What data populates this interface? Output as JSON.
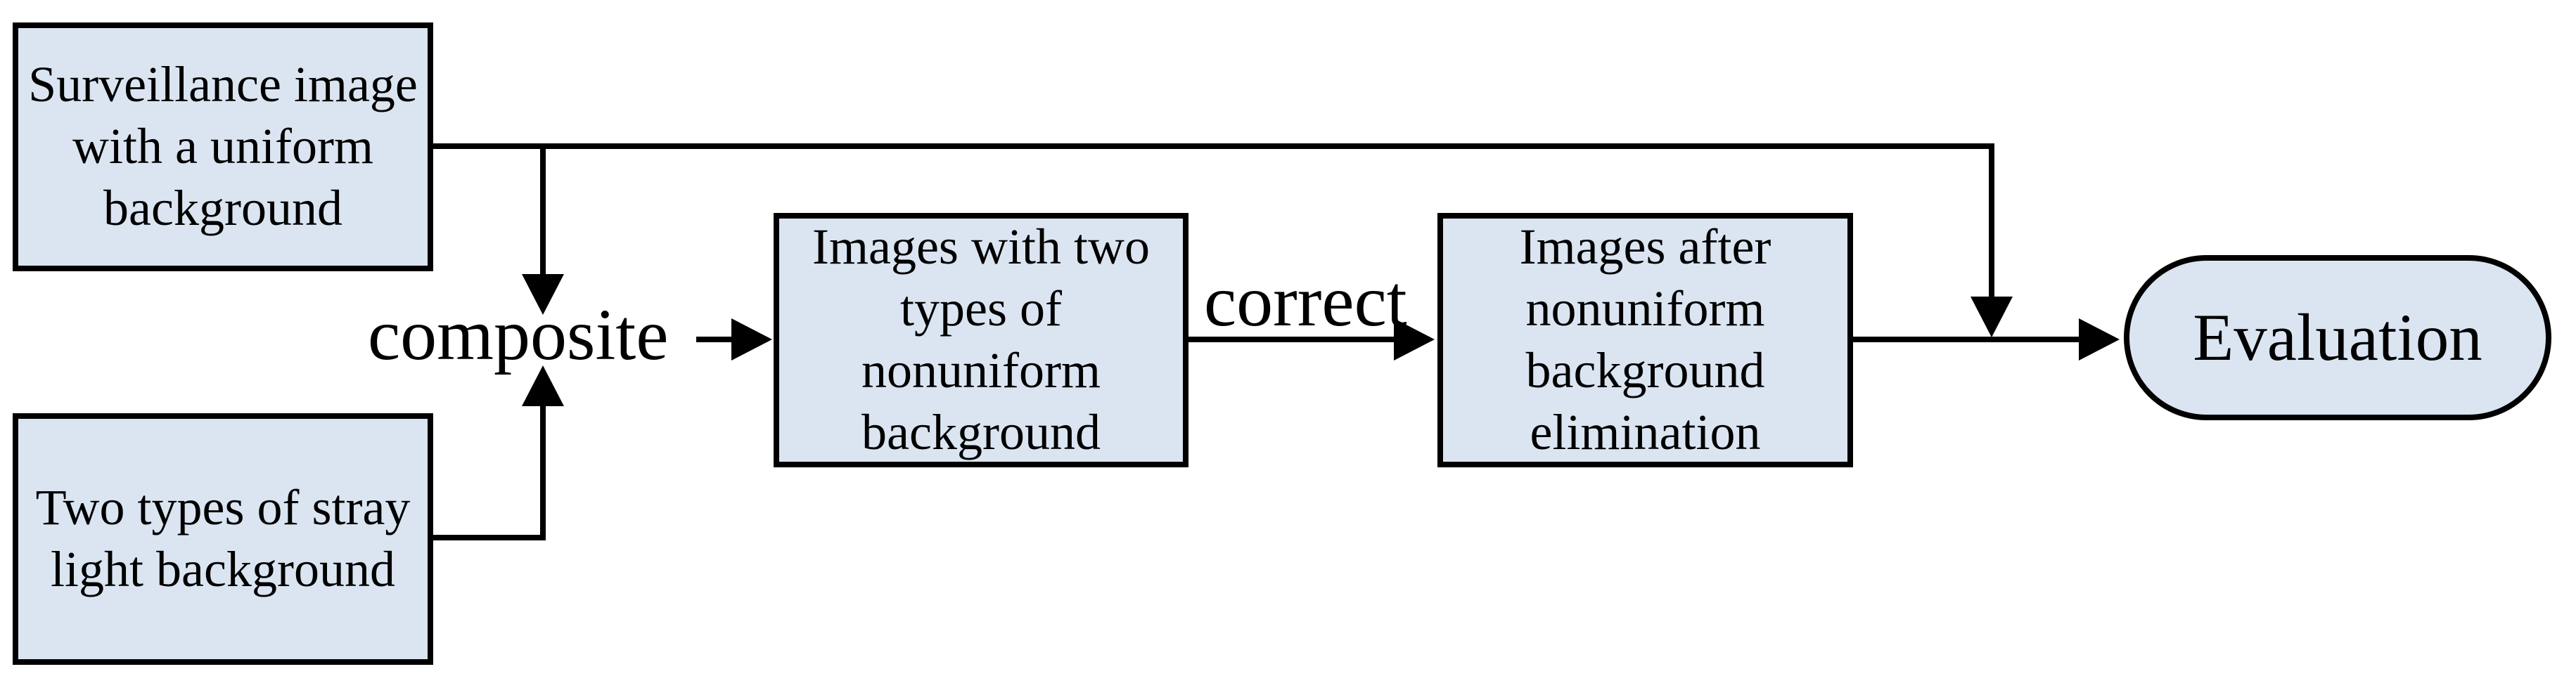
{
  "diagram": {
    "nodes": {
      "surveillance": {
        "label": "Surveillance image\nwith a uniform\nbackground"
      },
      "stray_light": {
        "label": "Two types of stray\nlight background"
      },
      "nonuniform_images": {
        "label": "Images with two\ntypes of\nnonuniform\nbackground"
      },
      "eliminated_images": {
        "label": "Images after\nnonuniform\nbackground\nelimination"
      },
      "evaluation": {
        "label": "Evaluation"
      }
    },
    "edge_labels": {
      "composite": "composite",
      "correct": "correct"
    },
    "colors": {
      "node_fill": "#dbe5f1",
      "node_border": "#000000",
      "connector": "#000000",
      "text": "#000000",
      "background": "#ffffff"
    }
  }
}
